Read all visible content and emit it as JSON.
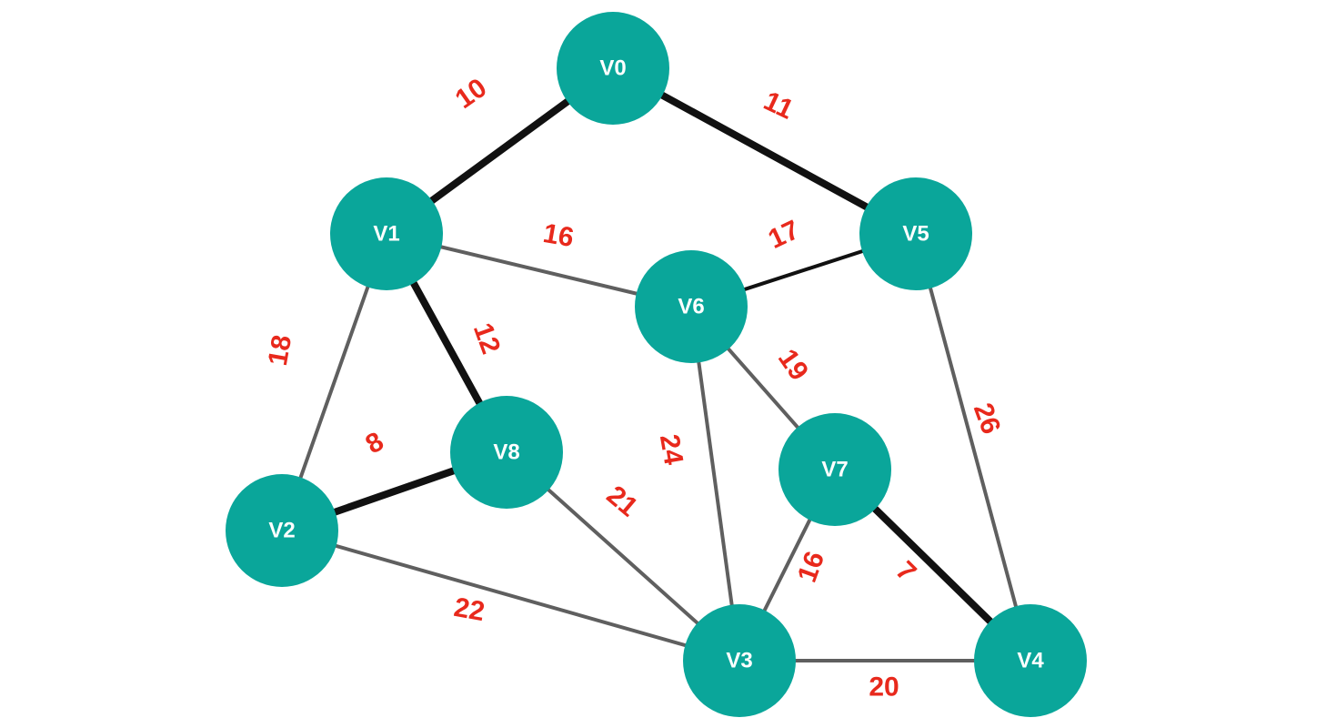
{
  "nodes": [
    {
      "id": "V0",
      "label": "V0"
    },
    {
      "id": "V1",
      "label": "V1"
    },
    {
      "id": "V2",
      "label": "V2"
    },
    {
      "id": "V3",
      "label": "V3"
    },
    {
      "id": "V4",
      "label": "V4"
    },
    {
      "id": "V5",
      "label": "V5"
    },
    {
      "id": "V6",
      "label": "V6"
    },
    {
      "id": "V7",
      "label": "V7"
    },
    {
      "id": "V8",
      "label": "V8"
    }
  ],
  "edges": [
    {
      "from": "V0",
      "to": "V1",
      "weight": "10",
      "highlighted": true
    },
    {
      "from": "V0",
      "to": "V5",
      "weight": "11",
      "highlighted": true
    },
    {
      "from": "V1",
      "to": "V6",
      "weight": "16",
      "highlighted": false
    },
    {
      "from": "V5",
      "to": "V6",
      "weight": "17",
      "highlighted": false
    },
    {
      "from": "V1",
      "to": "V8",
      "weight": "12",
      "highlighted": true
    },
    {
      "from": "V1",
      "to": "V2",
      "weight": "18",
      "highlighted": false
    },
    {
      "from": "V2",
      "to": "V8",
      "weight": "8",
      "highlighted": true
    },
    {
      "from": "V8",
      "to": "V3",
      "weight": "21",
      "highlighted": false
    },
    {
      "from": "V6",
      "to": "V3",
      "weight": "24",
      "highlighted": false
    },
    {
      "from": "V6",
      "to": "V7",
      "weight": "19",
      "highlighted": false
    },
    {
      "from": "V5",
      "to": "V4",
      "weight": "26",
      "highlighted": false
    },
    {
      "from": "V7",
      "to": "V3",
      "weight": "16",
      "highlighted": false
    },
    {
      "from": "V7",
      "to": "V4",
      "weight": "7",
      "highlighted": true
    },
    {
      "from": "V2",
      "to": "V3",
      "weight": "22",
      "highlighted": false
    },
    {
      "from": "V3",
      "to": "V4",
      "weight": "20",
      "highlighted": false
    }
  ],
  "colors": {
    "node": "#0aa69a",
    "node_text": "#ffffff",
    "edge": "#5f5f5f",
    "highlighted_edge": "#111111",
    "weight_text": "#e8291c"
  }
}
